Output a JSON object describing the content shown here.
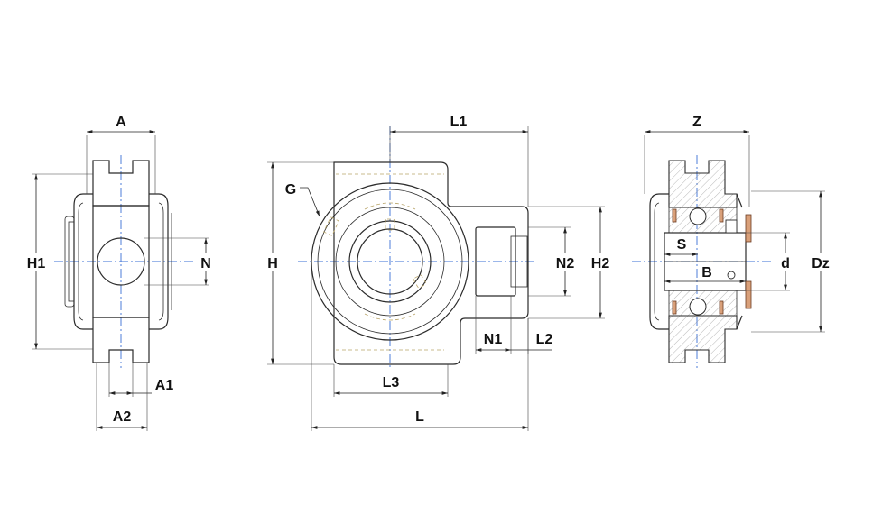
{
  "labels": {
    "A": "A",
    "A1": "A1",
    "A2": "A2",
    "H1": "H1",
    "N": "N",
    "H": "H",
    "G": "G",
    "L1": "L1",
    "N2": "N2",
    "H2": "H2",
    "N1": "N1",
    "L2": "L2",
    "L3": "L3",
    "L": "L",
    "Z": "Z",
    "S": "S",
    "B": "B",
    "d": "d",
    "Dz": "Dz"
  },
  "colors": {
    "centerline": "#3a6fd6",
    "hidden_line": "#b9a56a",
    "seal": "#d9a07a",
    "outline": "#2b2b2b"
  }
}
